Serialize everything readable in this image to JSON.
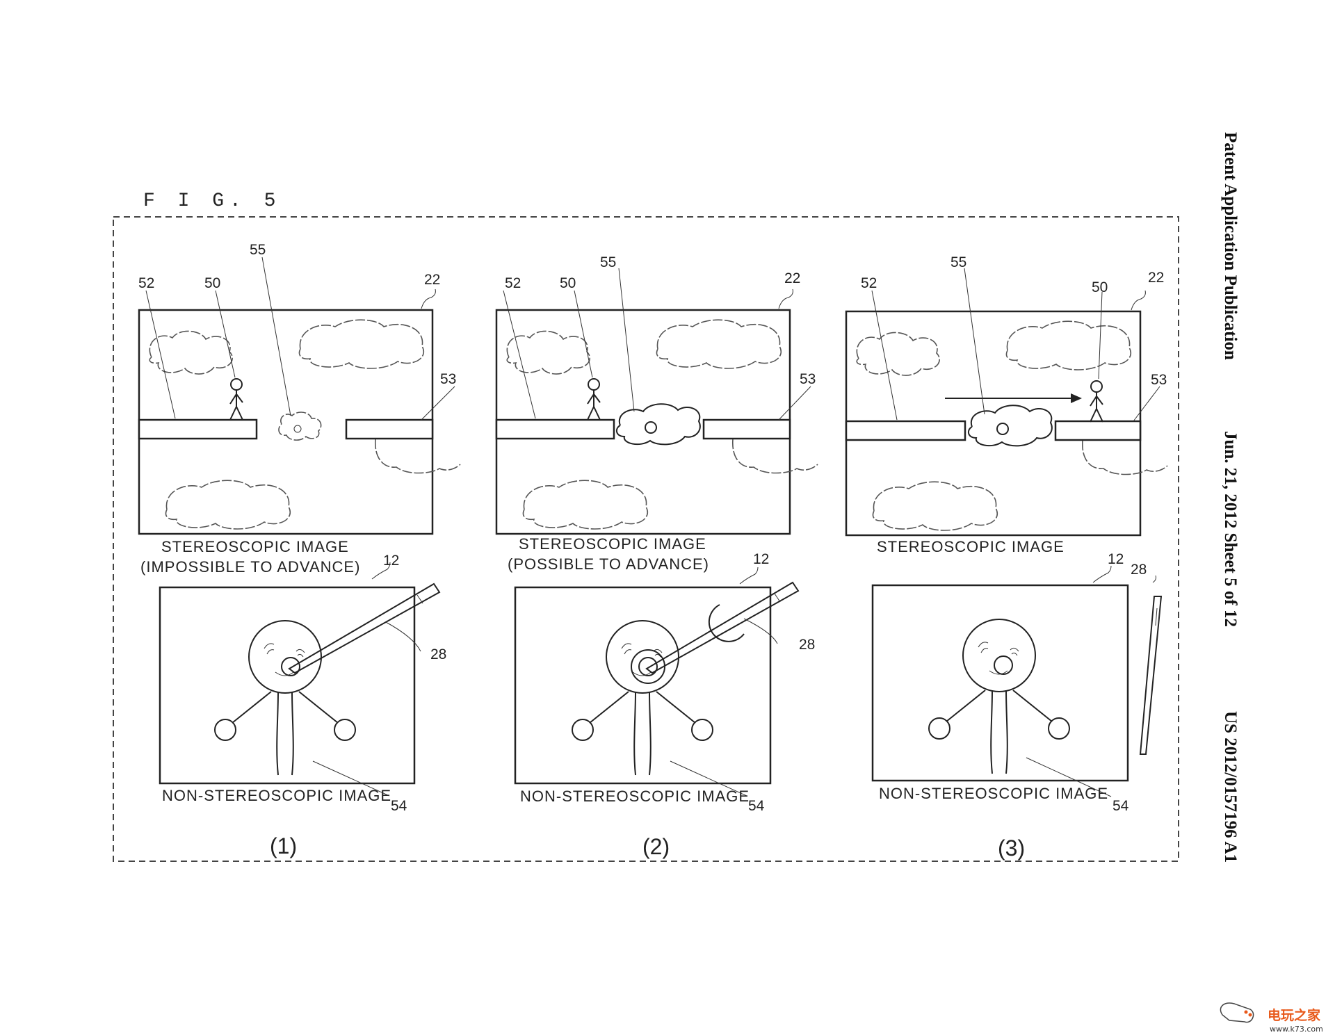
{
  "figure_title": "F I G. 5",
  "header": {
    "publication": "Patent Application Publication",
    "date_sheet": "Jun. 21, 2012  Sheet 5 of 12",
    "number": "US 2012/0157196 A1"
  },
  "panels": [
    {
      "index": "(1)",
      "refs": {
        "r52": "52",
        "r50": "50",
        "r55": "55",
        "r22": "22",
        "r53": "53",
        "r12": "12",
        "r28": "28",
        "r54": "54"
      },
      "top_caption": "STEREOSCOPIC IMAGE",
      "top_caption_2": "(IMPOSSIBLE TO ADVANCE)",
      "bottom_caption": "NON-STEREOSCOPIC IMAGE"
    },
    {
      "index": "(2)",
      "refs": {
        "r52": "52",
        "r50": "50",
        "r55": "55",
        "r22": "22",
        "r53": "53",
        "r12": "12",
        "r28": "28",
        "r54": "54"
      },
      "top_caption": "STEREOSCOPIC IMAGE",
      "top_caption_2": "(POSSIBLE TO ADVANCE)",
      "bottom_caption": "NON-STEREOSCOPIC IMAGE"
    },
    {
      "index": "(3)",
      "refs": {
        "r52": "52",
        "r50": "50",
        "r55": "55",
        "r22": "22",
        "r53": "53",
        "r12": "12",
        "r28": "28",
        "r54": "54"
      },
      "top_caption": "STEREOSCOPIC IMAGE",
      "bottom_caption": "NON-STEREOSCOPIC IMAGE"
    }
  ],
  "watermark": {
    "brand": "电玩之家",
    "url": "www.k73.com"
  }
}
